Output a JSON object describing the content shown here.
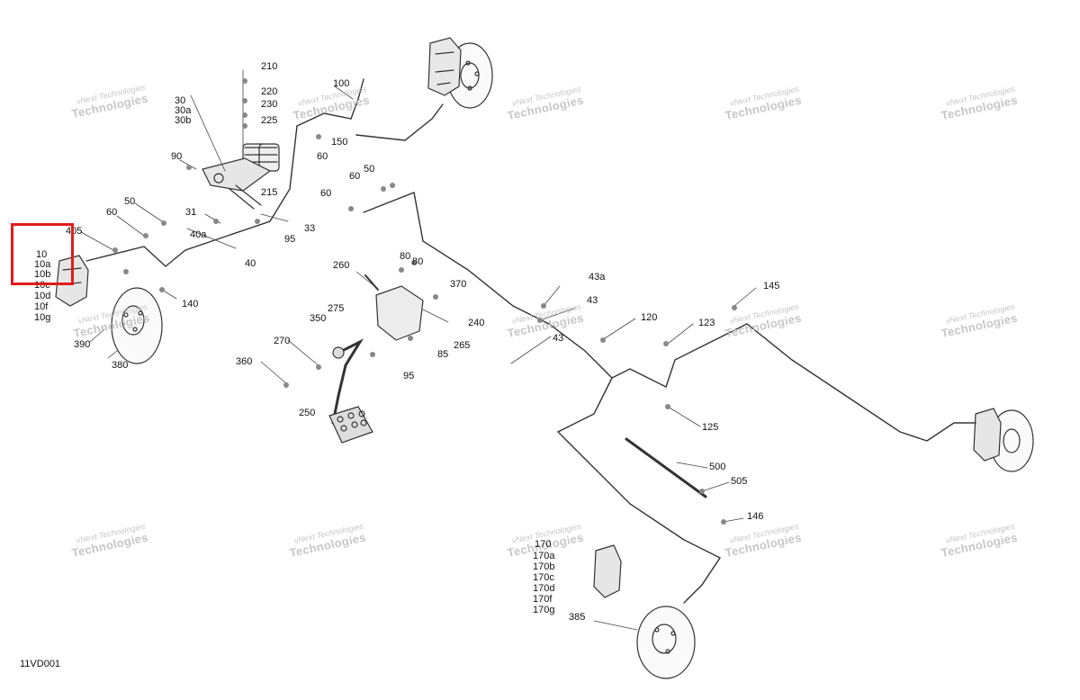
{
  "drawing_code": "11VD001",
  "highlight_color": "#e21b1b",
  "watermark": {
    "line1": "vNext Technologies",
    "line2": "Technologies"
  },
  "callouts": {
    "p210": "210",
    "p220": "220",
    "p230": "230",
    "p225": "225",
    "p30": "30",
    "p30a": "30a",
    "p30b": "30b",
    "p100": "100",
    "p150": "150",
    "p90": "90",
    "p60a": "60",
    "p60b": "60",
    "p60c": "60",
    "p60d": "60",
    "p50a": "50",
    "p50b": "50",
    "p215": "215",
    "p31": "31",
    "p33": "33",
    "p95a": "95",
    "p40a": "40a",
    "p40": "40",
    "p405": "405",
    "p10": "10",
    "p10a": "10a",
    "p10b": "10b",
    "p10c": "10c",
    "p10d": "10d",
    "p10f": "10f",
    "p10g": "10g",
    "p140": "140",
    "p390": "390",
    "p380": "380",
    "p260": "260",
    "p80a": "80",
    "p80b": "80",
    "p370": "370",
    "p275": "275",
    "p350": "350",
    "p240": "240",
    "p265": "265",
    "p85": "85",
    "p270": "270",
    "p360": "360",
    "p95b": "95",
    "p250": "250",
    "p43a": "43a",
    "p43": "43",
    "p43b": "43",
    "p120": "120",
    "p123": "123",
    "p145": "145",
    "p125": "125",
    "p500": "500",
    "p505": "505",
    "p146": "146",
    "p170": "170",
    "p170a": "170a",
    "p170b": "170b",
    "p170c": "170c",
    "p170d": "170d",
    "p170f": "170f",
    "p170g": "170g",
    "p385": "385"
  }
}
